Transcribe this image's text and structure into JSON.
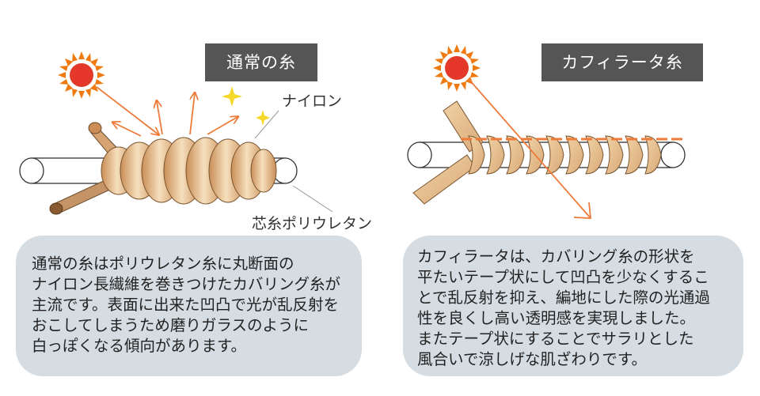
{
  "left": {
    "title": "通常の糸",
    "label_nylon": "ナイロン",
    "label_core": "芯糸ポリウレタン",
    "description": [
      "通常の糸はポリウレタン糸に丸断面の",
      "ナイロン長繊維を巻きつけたカバリング糸が",
      "主流です。表面に出来た凹凸で光が乱反射を",
      "おこしてしまうため磨りガラスのように",
      "白っぽくなる傾向があります。"
    ]
  },
  "right": {
    "title": "カフィラータ糸",
    "description": [
      "カフィラータは、カバリング糸の形状を",
      "平たいテープ状にして凹凸を少なくするこ",
      "とで乱反射を抑え、編地にした際の光通過",
      "性を良くし高い透明感を実現しました。",
      "またテープ状にすることでサラリとした",
      "風合いで涼しげな肌ざわりです。"
    ]
  },
  "colors": {
    "sun_core": "#e8322a",
    "sun_rays": "#f07a10",
    "arrow": "#ee7b3a",
    "sparkle": "#f5d92a",
    "wrap_light": "#f3d8b3",
    "wrap_dark": "#c98d55",
    "core_stroke": "#333333",
    "panel_bg": "#d5dde2",
    "title_bg": "#555555"
  }
}
